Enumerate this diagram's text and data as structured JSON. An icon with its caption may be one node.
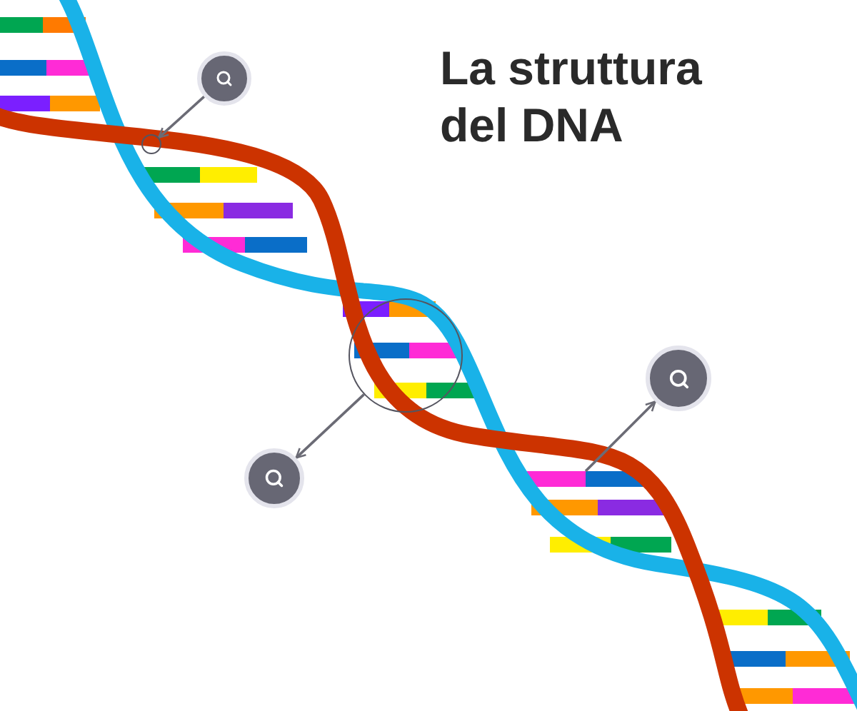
{
  "diagram": {
    "title": "La struttura del DNA",
    "nodes": [
      {
        "text": [],
        "shape": "circle"
      },
      {
        "text": [],
        "shape": "circle"
      },
      {
        "text": [],
        "shape": "circle"
      },
      {
        "text": [],
        "shape": "circle"
      },
      {
        "text": [],
        "shape": "circle"
      }
    ],
    "edges": [
      {
        "from": 0,
        "to": 1,
        "arrow": "to"
      },
      {
        "from": 2,
        "to": 3,
        "arrow": "to"
      },
      {
        "from": null,
        "to": 4,
        "arrow": "to"
      }
    ]
  }
}
